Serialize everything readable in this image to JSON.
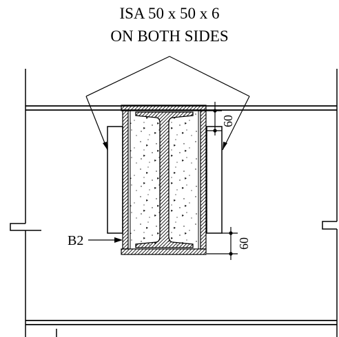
{
  "annotation": {
    "line1": "ISA 50 x 50 x 6",
    "line2": "ON BOTH SIDES"
  },
  "labels": {
    "member": "B2",
    "dim_top": "60",
    "dim_bottom": "60"
  },
  "colors": {
    "line": "#000000",
    "background": "#ffffff"
  }
}
